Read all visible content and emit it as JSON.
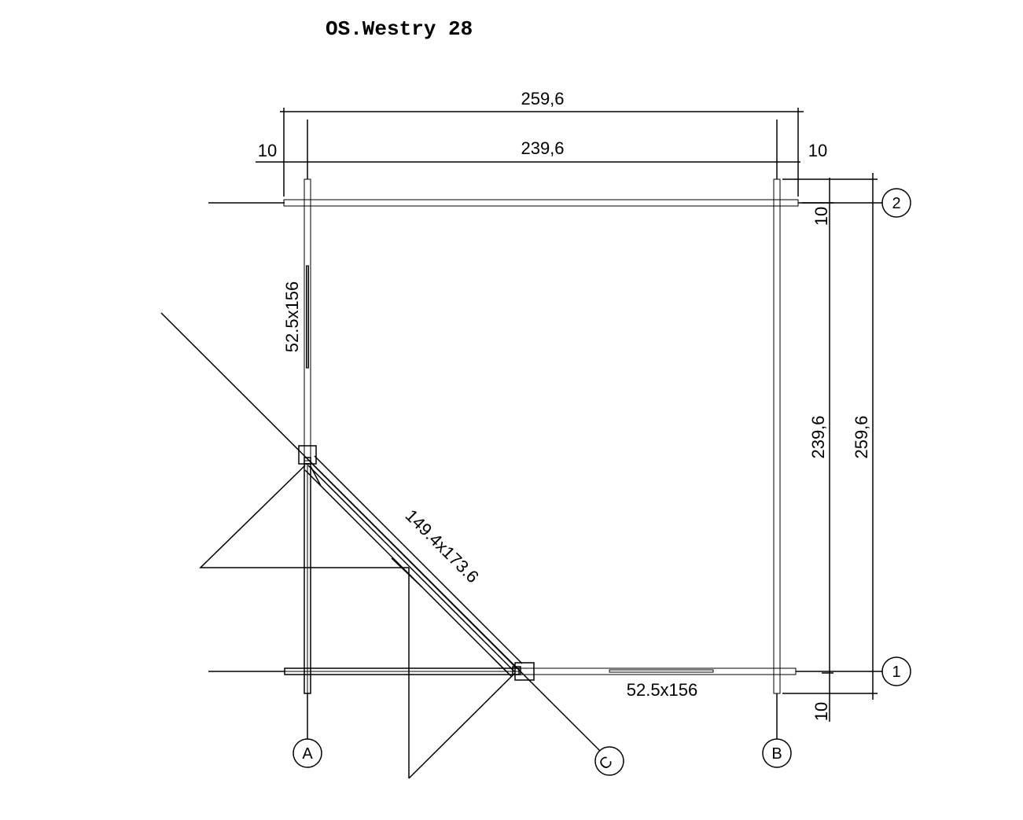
{
  "title": "OS.Westry 28",
  "dimensions": {
    "overall_width": "259,6",
    "inner_width": "239,6",
    "left_offset": "10",
    "right_offset": "10",
    "top_offset": "10",
    "inner_depth": "239,6",
    "overall_depth": "259,6",
    "bottom_offset": "10"
  },
  "openings": {
    "left_window": "52.5x156",
    "bottom_window": "52.5x156",
    "door": "149.4x173.6"
  },
  "axes": {
    "a": "A",
    "b": "B",
    "c": "C",
    "one": "1",
    "two": "2"
  }
}
